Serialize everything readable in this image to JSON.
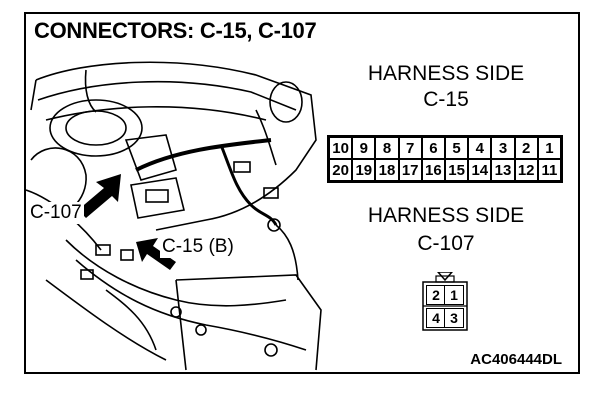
{
  "title": "CONNECTORS: C-15, C-107",
  "harness_c15": {
    "label": "HARNESS SIDE",
    "connector": "C-15",
    "row1": [
      "10",
      "9",
      "8",
      "7",
      "6",
      "5",
      "4",
      "3",
      "2",
      "1"
    ],
    "row2": [
      "20",
      "19",
      "18",
      "17",
      "16",
      "15",
      "14",
      "13",
      "12",
      "11"
    ]
  },
  "harness_c107": {
    "label": "HARNESS SIDE",
    "connector": "C-107",
    "row1": [
      "2",
      "1"
    ],
    "row2": [
      "4",
      "3"
    ]
  },
  "callouts": {
    "c107": "C-107",
    "c15": "C-15 (B)"
  },
  "reference_code": "AC406444DL"
}
